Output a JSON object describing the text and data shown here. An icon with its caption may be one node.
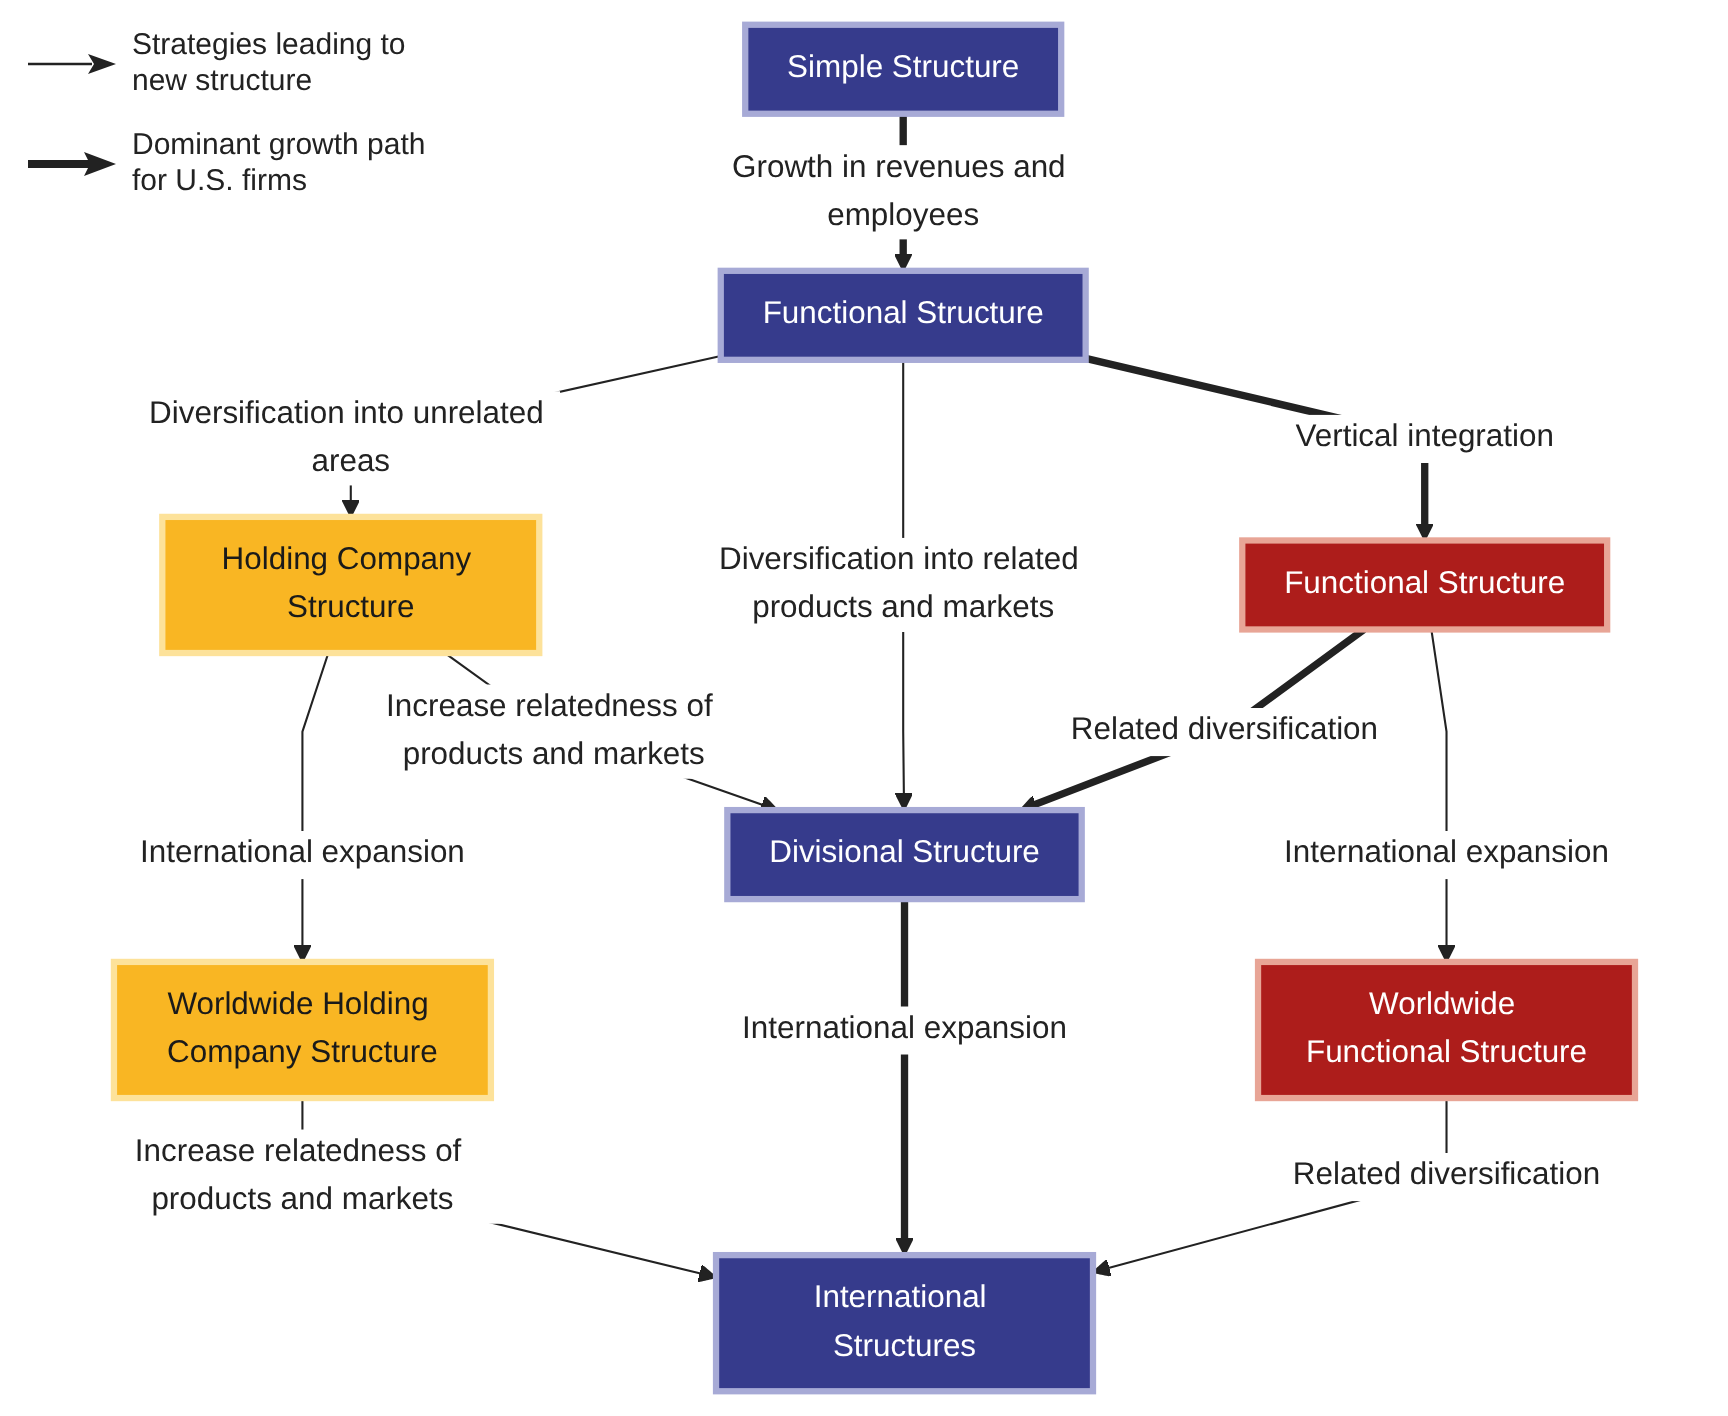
{
  "diagram": {
    "nodes": [
      {
        "text": [
          "Simple Structure"
        ]
      },
      {
        "text": [
          "Functional Structure"
        ]
      },
      {
        "text": [
          "Holding Company Structure"
        ]
      },
      {
        "text": [
          "Functional Structure"
        ]
      },
      {
        "text": [
          "Divisional Structure"
        ]
      },
      {
        "text": [
          "Worldwide Holding Company Structure"
        ]
      },
      {
        "text": [
          "Worldwide Functional Structure"
        ]
      },
      {
        "text": [
          "International Structures"
        ]
      }
    ],
    "edges": [
      {
        "from": 0,
        "to": 1,
        "arrow": "to",
        "style": "thick",
        "label": "Growth in revenues and employees"
      },
      {
        "from": 1,
        "to": 2,
        "arrow": "to",
        "label": "Diversification into unrelated areas"
      },
      {
        "from": 1,
        "to": 4,
        "arrow": "to",
        "label": "Diversification into related products and markets"
      },
      {
        "from": 1,
        "to": 3,
        "arrow": "to",
        "style": "thick",
        "label": "Vertical integration"
      },
      {
        "from": 2,
        "to": 5,
        "arrow": "to",
        "label": "International expansion"
      },
      {
        "from": 2,
        "to": 4,
        "arrow": "to",
        "label": "Increase relatedness of products and markets"
      },
      {
        "from": 3,
        "to": 4,
        "arrow": "to",
        "style": "thick",
        "label": "Related diversification"
      },
      {
        "from": 3,
        "to": 6,
        "arrow": "to",
        "label": "International expansion"
      },
      {
        "from": 4,
        "to": 7,
        "arrow": "to",
        "style": "thick",
        "label": "International expansion"
      },
      {
        "from": 5,
        "to": 7,
        "arrow": "to",
        "label": "Increase relatedness of products and markets"
      },
      {
        "from": 6,
        "to": 7,
        "arrow": "to",
        "label": "Related diversification"
      }
    ],
    "legend": [
      {
        "text": "Strategies leading to new structure"
      },
      {
        "text": "Dominant growth path for U.S. firms"
      }
    ]
  }
}
